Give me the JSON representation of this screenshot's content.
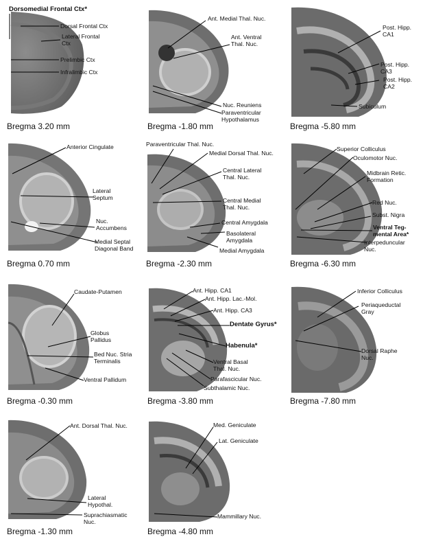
{
  "panels": [
    {
      "bregma": "Bregma 3.20 mm",
      "labels": [
        "Dorsomedial Frontal Ctx*",
        "Dorsal Frontal Ctx",
        "Lateral Frontal\nCtx",
        "Prelimbic Ctx",
        "Infralimbic Ctx"
      ]
    },
    {
      "bregma": "Bregma -1.80 mm",
      "labels": [
        "Ant. Medial Thal. Nuc.",
        "Ant. Ventral\nThal. Nuc.",
        "Nuc. Reuniens",
        "Paraventricular\nHypothalamus"
      ]
    },
    {
      "bregma": "Bregma -5.80 mm",
      "labels": [
        "Post. Hipp.\nCA1",
        "Post. Hipp.\nCA3",
        "Post. Hipp.\nCA2",
        "Subiculum"
      ]
    },
    {
      "bregma": "Bregma 0.70 mm",
      "labels": [
        "Anterior Cingulate",
        "Lateral\nSeptum",
        "Nuc.\nAccumbens",
        "Medial Septal\nDiagonal Band"
      ]
    },
    {
      "bregma": "Bregma -2.30 mm",
      "labels": [
        "Paraventricular Thal. Nuc.",
        "Medial Dorsal Thal. Nuc.",
        "Central Lateral\nThal. Nuc.",
        "Central Medial\nThal. Nuc.",
        "Central Amygdala",
        "Basolateral\nAmygdala",
        "Medial Amygdala"
      ]
    },
    {
      "bregma": "Bregma -6.30 mm",
      "labels": [
        "Superior Colliculus",
        "Oculomotor Nuc.",
        "Midbrain Retic.\nFormation",
        "Red Nuc.",
        "Subst. Nigra",
        "Ventral Teg-\nmental Area*",
        "Interpeduncular\nNuc."
      ]
    },
    {
      "bregma": "Bregma -0.30 mm",
      "labels": [
        "Caudate-Putamen",
        "Globus\nPallidus",
        "Bed Nuc. Stria\nTerminalis",
        "Ventral Pallidum"
      ]
    },
    {
      "bregma": "Bregma -3.80 mm",
      "labels": [
        "Ant. Hipp. CA1",
        "Ant. Hipp. Lac.-Mol.",
        "Ant. Hipp. CA3",
        "Dentate Gyrus*",
        "Habenula*",
        "Ventral Basal\nThal. Nuc.",
        "Parafascicular Nuc.",
        "Subthalamic Nuc."
      ]
    },
    {
      "bregma": "Bregma -7.80 mm",
      "labels": [
        "Inferior Colliculus",
        "Periaqueductal\nGray",
        "Dorsal Raphe\nNuc."
      ]
    },
    {
      "bregma": "Bregma -1.30 mm",
      "labels": [
        "Ant. Dorsal Thal. Nuc.",
        "Lateral\nHypothal.",
        "Suprachiasmatic\nNuc."
      ]
    },
    {
      "bregma": "Bregma -4.80 mm",
      "labels": [
        "Med. Geniculate",
        "Lat. Geniculate",
        "Mammillary Nuc."
      ]
    }
  ],
  "colors": {
    "background": "#ffffff",
    "tissue_dark": "#4a4a4a",
    "tissue_mid": "#8a8a8a",
    "tissue_light": "#bdbdbd"
  }
}
